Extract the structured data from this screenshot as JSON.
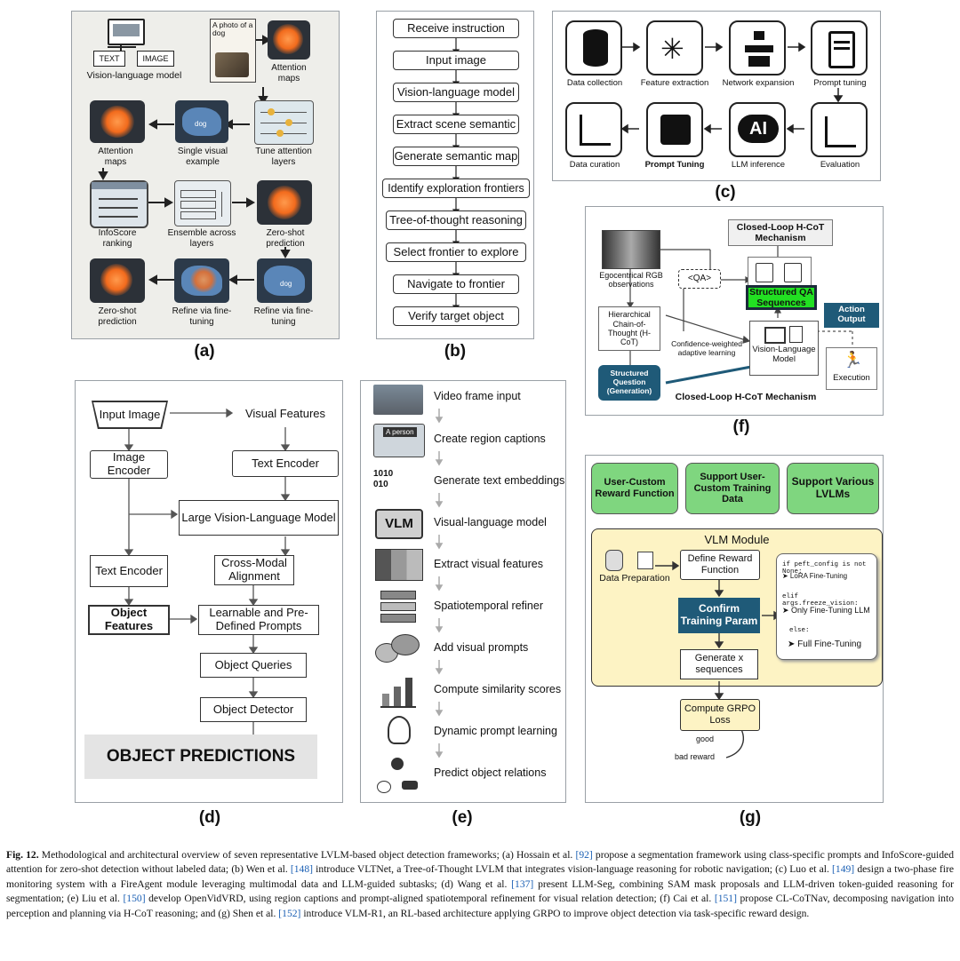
{
  "panel_labels": {
    "a": "(a)",
    "b": "(b)",
    "c": "(c)",
    "d": "(d)",
    "e": "(e)",
    "f": "(f)",
    "g": "(g)"
  },
  "a": {
    "text_tag": "TEXT",
    "image_tag": "IMAGE",
    "vlm": "Vision-language model",
    "photo_text": "A photo of a dog",
    "attn_top": "Attention maps",
    "attn_left": "Attention maps",
    "single": "Single visual example",
    "tune": "Tune attention layers",
    "dog_tag": "dog",
    "infoscore": "InfoScore ranking",
    "ensemble": "Ensemble across layers",
    "zs_right": "Zero-shot prediction",
    "zs_bottom": "Zero-shot prediction",
    "refine_mid": "Refine via fine-tuning",
    "refine_right": "Refine via fine-tuning"
  },
  "b": {
    "steps": [
      "Receive instruction",
      "Input image",
      "Vision-language model",
      "Extract scene semantic",
      "Generate semantic map",
      "Identify exploration frontiers",
      "Tree-of-thought reasoning",
      "Select frontier to explore",
      "Navigate to frontier",
      "Verify target object"
    ]
  },
  "c": {
    "row1": [
      "Data collection",
      "Feature extraction",
      "Network expansion",
      "Prompt tuning"
    ],
    "row2": [
      "Data curation",
      "Prompt Tuning",
      "LLM inference",
      "Evaluation"
    ],
    "ai_text": "AI"
  },
  "d": {
    "input_image": "Input Image",
    "visual_features": "Visual Features",
    "image_encoder": "Image Encoder",
    "text_encoder_top": "Text Encoder",
    "lvlm": "Large Vision-Language Model",
    "text_encoder": "Text Encoder",
    "cross_modal": "Cross-Modal Alignment",
    "object_features": "Object Features",
    "prompts": "Learnable and Pre-Defined Prompts",
    "queries": "Object Queries",
    "detector": "Object Detector",
    "predictions": "OBJECT PREDICTIONS"
  },
  "e": {
    "steps": [
      "Video frame input",
      "Create region captions",
      "Generate text embeddings",
      "Visual-language model",
      "Extract visual features",
      "Spatiotemporal refiner",
      "Add visual prompts",
      "Compute similarity scores",
      "Dynamic prompt learning",
      "Predict object relations"
    ],
    "person_tag": "A person",
    "binary": "1010\n010",
    "vlm_tag": "VLM"
  },
  "f": {
    "closed_loop_title": "Closed-Loop H-CoT Mechanism",
    "egocentrical": "Egocentrical RGB observations",
    "qa_tag": "<QA>",
    "structured_qa": "Structured QA Sequences",
    "hcot": "Hierarchical Chain-of-Thought (H-CoT)",
    "confidence": "Confidence-weighted adaptive learning",
    "vlm": "Vision-Language Model",
    "action_output": "Action Output",
    "structured_q": "Structured Question (Generation)",
    "execution": "Execution",
    "bottom_title": "Closed-Loop H-CoT Mechanism"
  },
  "g": {
    "top": [
      "User-Custom Reward Function",
      "Support User-Custom Training Data",
      "Support Various LVLMs"
    ],
    "module_title": "VLM Module",
    "data_prep": "Data Preparation",
    "define_reward": "Define Reward Function",
    "confirm": "Confirm Training Param",
    "generate": "Generate x sequences",
    "grpo": "Compute GRPO Loss",
    "good": "good",
    "bad": "bad reward",
    "code1": "if peft_config is not None:",
    "opt1": "➤ LoRA Fine-Tuning",
    "code2": "elif args.freeze_vision:",
    "opt2": "➤ Only Fine-Tuning LLM",
    "code3": "else:",
    "opt3": "➤ Full Fine-Tuning"
  },
  "caption": {
    "fig": "Fig. 12.",
    "t1": " Methodological and architectural overview of seven representative LVLM-based object detection frameworks; (a) Hossain et al. ",
    "r1": "[92]",
    "t2": " propose a segmentation framework using class-specific prompts and InfoScore-guided attention for zero-shot detection without labeled data; (b) Wen et al. ",
    "r2": "[148]",
    "t3": " introduce VLTNet, a Tree-of-Thought LVLM that integrates vision-language reasoning for robotic navigation; (c) Luo et al. ",
    "r3": "[149]",
    "t4": " design a two-phase fire monitoring system with a FireAgent module leveraging multimodal data and LLM-guided subtasks; (d) Wang et al. ",
    "r4": "[137]",
    "t5": " present LLM-Seg, combining SAM mask proposals and LLM-driven token-guided reasoning for segmentation; (e) Liu et al. ",
    "r5": "[150]",
    "t6": " develop OpenVidVRD, using region captions and prompt-aligned spatiotemporal refinement for visual relation detection; (f) Cai et al. ",
    "r6": "[151]",
    "t7": " propose CL-CoTNav, decomposing navigation into perception and planning via H-CoT reasoning; and (g) Shen et al. ",
    "r7": "[152]",
    "t8": " introduce VLM-R1, an RL-based architecture applying GRPO to improve object detection via task-specific reward design."
  },
  "colors": {
    "green": "#7fd67f",
    "green_bright": "#22e022",
    "teal": "#1f5a78",
    "cream": "#fdf3c4",
    "panel_a_bg": "#eeeeea",
    "pred_gray": "#e4e4e4"
  }
}
